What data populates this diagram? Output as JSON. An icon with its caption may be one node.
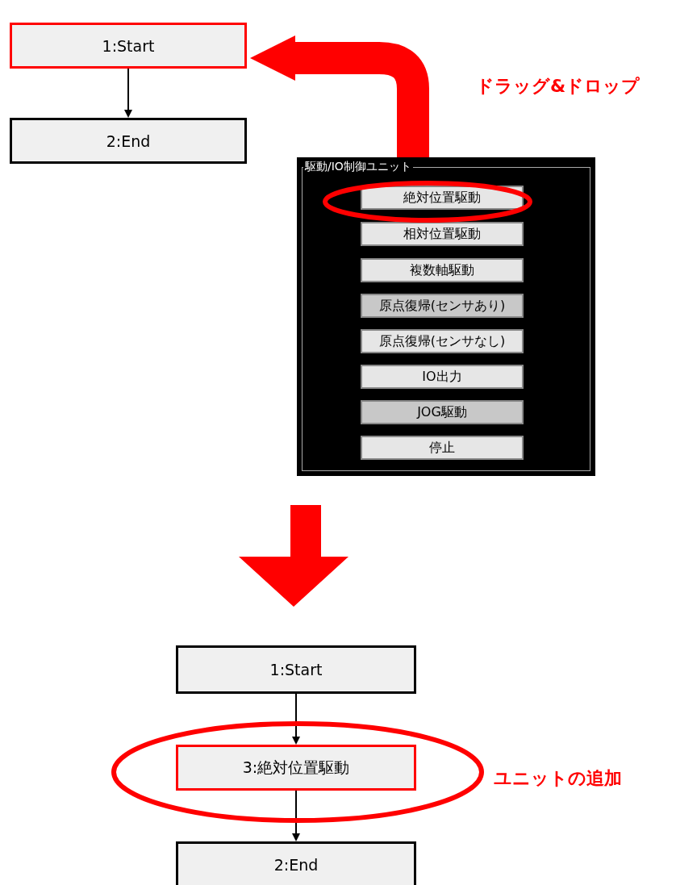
{
  "diagram": {
    "nodes": [
      {
        "text": [
          "1:Start"
        ]
      },
      {
        "text": [
          "2:End"
        ]
      },
      {
        "text": [
          "駆動/IO制御ユニット"
        ]
      },
      {
        "text": [
          "絶対位置駆動"
        ],
        "in": 2
      },
      {
        "text": [
          "相対位置駆動"
        ],
        "in": 2
      },
      {
        "text": [
          "複数軸駆動"
        ],
        "in": 2
      },
      {
        "text": [
          "原点復帰(センサあり)"
        ],
        "in": 2
      },
      {
        "text": [
          "原点復帰(センサなし)"
        ],
        "in": 2
      },
      {
        "text": [
          "IO出力"
        ],
        "in": 2
      },
      {
        "text": [
          "JOG駆動"
        ],
        "in": 2
      },
      {
        "text": [
          "停止"
        ],
        "in": 2
      },
      {
        "text": [
          "1:Start"
        ]
      },
      {
        "text": [
          "3:絶対位置駆動"
        ]
      },
      {
        "text": [
          "2:End"
        ]
      }
    ],
    "edges": [
      {
        "from": 0,
        "to": 1,
        "arrow": "to"
      },
      {
        "from": 2,
        "to": 0,
        "arrow": "to",
        "style": "thick",
        "color": "#ff0000"
      },
      {
        "from": 11,
        "to": 12,
        "arrow": "to"
      },
      {
        "from": 12,
        "to": 13,
        "arrow": "to"
      }
    ],
    "labels": [
      "ドラッグ&ドロップ",
      "ユニットの追加"
    ]
  }
}
